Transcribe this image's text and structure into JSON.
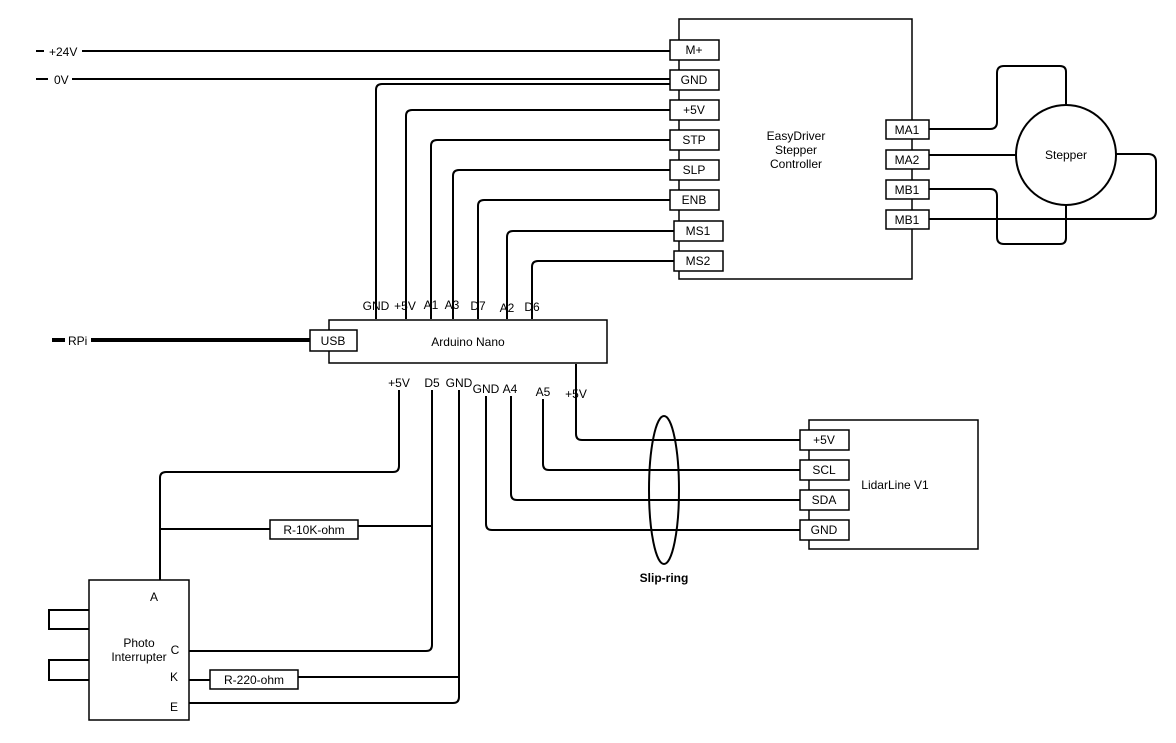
{
  "supply": {
    "plus24": "+24V",
    "zero": "0V"
  },
  "rpi": {
    "label": "RPi"
  },
  "easydriver": {
    "title_lines": [
      "EasyDriver",
      "Stepper",
      "Controller"
    ],
    "left_pins": [
      "M+",
      "GND",
      "+5V",
      "STP",
      "SLP",
      "ENB",
      "MS1",
      "MS2"
    ],
    "right_pins": [
      "MA1",
      "MA2",
      "MB1",
      "MB1"
    ]
  },
  "stepper": {
    "label": "Stepper"
  },
  "arduino": {
    "label": "Arduino Nano",
    "usb": "USB",
    "top_pins": [
      "GND",
      "+5V",
      "A1",
      "A3",
      "D7",
      "A2",
      "D6"
    ],
    "bottom_pins": [
      "+5V",
      "D5",
      "GND",
      "GND",
      "A4",
      "A5",
      "+5V"
    ]
  },
  "lidar": {
    "label": "LidarLine V1",
    "pins": [
      "+5V",
      "SCL",
      "SDA",
      "GND"
    ]
  },
  "slipring": {
    "label": "Slip-ring"
  },
  "photo": {
    "title_lines": [
      "Photo",
      "Interrupter"
    ],
    "pins": [
      "A",
      "C",
      "K",
      "E"
    ]
  },
  "resistors": {
    "r10k": "R-10K-ohm",
    "r220": "R-220-ohm"
  }
}
